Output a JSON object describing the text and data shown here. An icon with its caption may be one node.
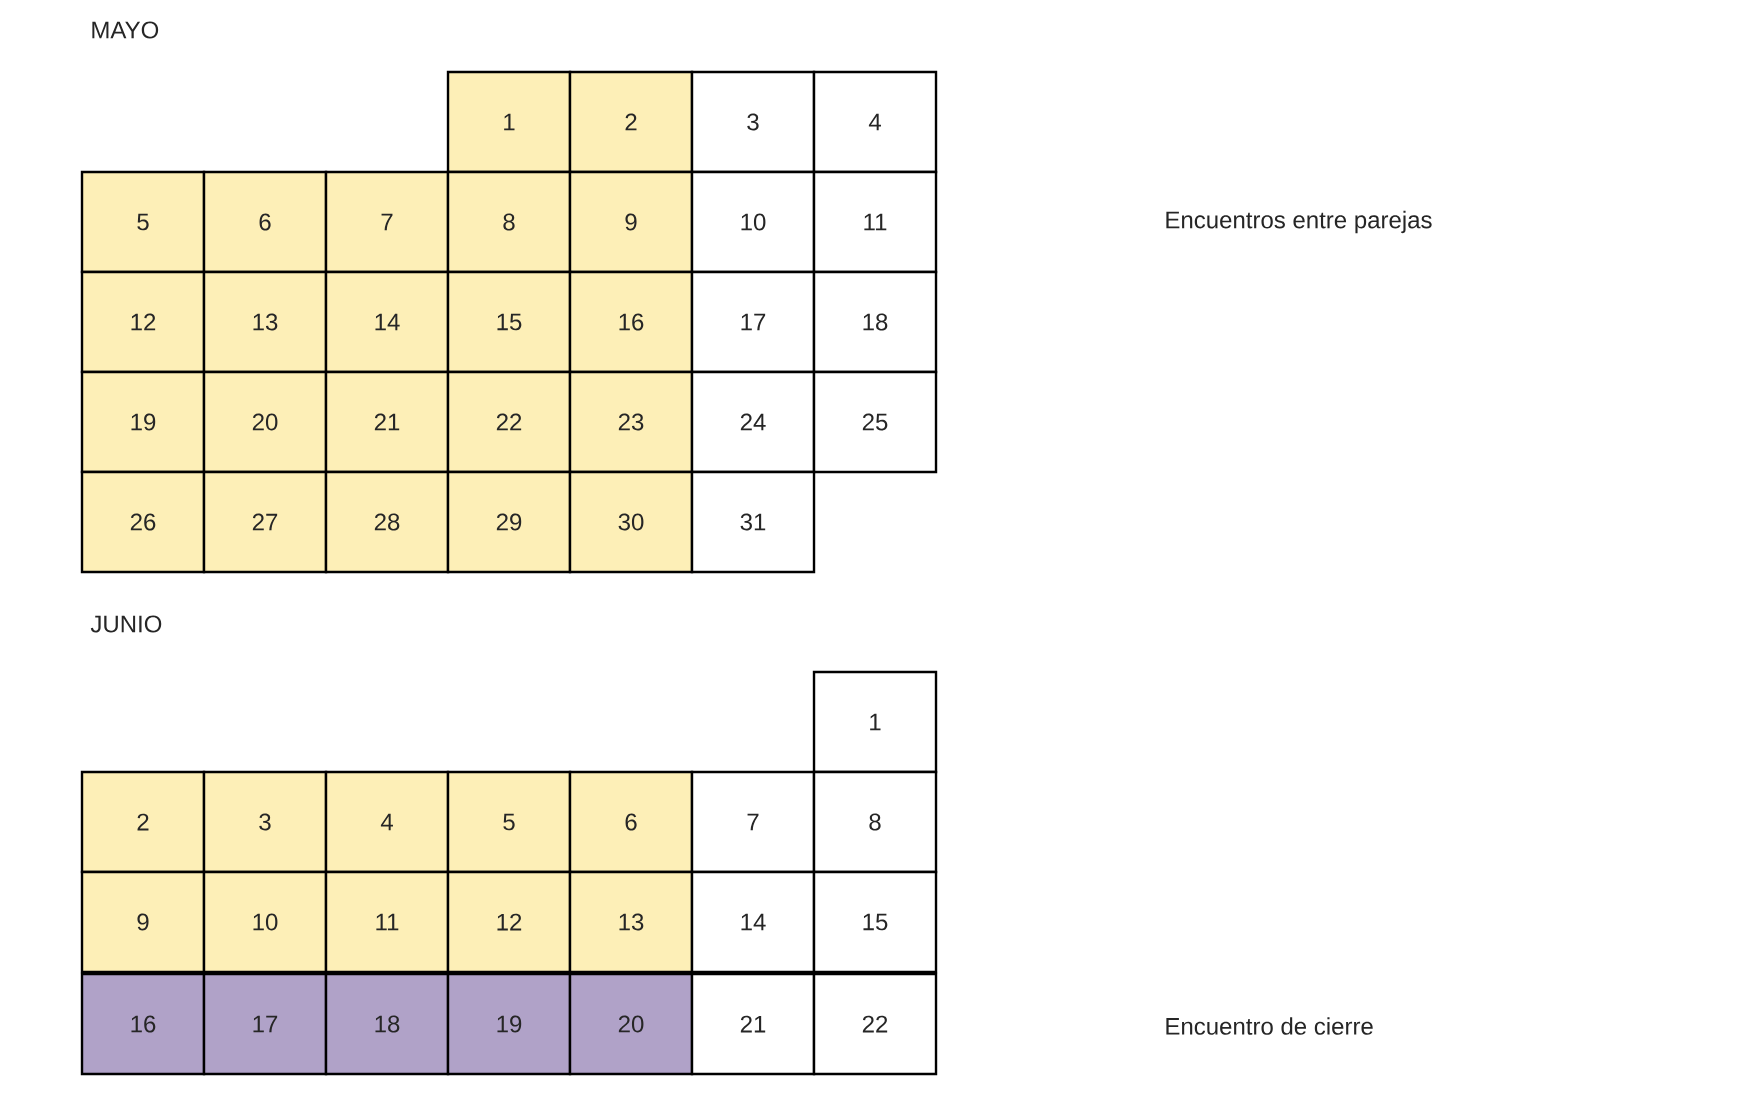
{
  "diagram": {
    "nodes": [
      {
        "text": [
          "1"
        ]
      },
      {
        "text": [
          "2"
        ]
      },
      {
        "text": [
          "3"
        ]
      },
      {
        "text": [
          "4"
        ]
      },
      {
        "text": [
          "5"
        ]
      },
      {
        "text": [
          "6"
        ]
      },
      {
        "text": [
          "7"
        ]
      },
      {
        "text": [
          "8"
        ]
      },
      {
        "text": [
          "9"
        ]
      },
      {
        "text": [
          "10"
        ]
      },
      {
        "text": [
          "11"
        ]
      },
      {
        "text": [
          "12"
        ]
      },
      {
        "text": [
          "13"
        ]
      },
      {
        "text": [
          "14"
        ]
      },
      {
        "text": [
          "15"
        ]
      },
      {
        "text": [
          "16"
        ]
      },
      {
        "text": [
          "17"
        ]
      },
      {
        "text": [
          "18"
        ]
      },
      {
        "text": [
          "19"
        ]
      },
      {
        "text": [
          "20"
        ]
      },
      {
        "text": [
          "21"
        ]
      },
      {
        "text": [
          "22"
        ]
      },
      {
        "text": [
          "23"
        ]
      },
      {
        "text": [
          "24"
        ]
      },
      {
        "text": [
          "25"
        ]
      },
      {
        "text": [
          "26"
        ]
      },
      {
        "text": [
          "27"
        ]
      },
      {
        "text": [
          "28"
        ]
      },
      {
        "text": [
          "29"
        ]
      },
      {
        "text": [
          "30"
        ]
      },
      {
        "text": [
          "31"
        ]
      },
      {
        "text": [
          "1"
        ]
      },
      {
        "text": [
          "2"
        ]
      },
      {
        "text": [
          "3"
        ]
      },
      {
        "text": [
          "4"
        ]
      },
      {
        "text": [
          "5"
        ]
      },
      {
        "text": [
          "6"
        ]
      },
      {
        "text": [
          "7"
        ]
      },
      {
        "text": [
          "8"
        ]
      },
      {
        "text": [
          "9"
        ]
      },
      {
        "text": [
          "10"
        ]
      },
      {
        "text": [
          "11"
        ]
      },
      {
        "text": [
          "12"
        ]
      },
      {
        "text": [
          "13"
        ]
      },
      {
        "text": [
          "14"
        ]
      },
      {
        "text": [
          "15"
        ]
      },
      {
        "text": [
          "16"
        ]
      },
      {
        "text": [
          "17"
        ]
      },
      {
        "text": [
          "18"
        ]
      },
      {
        "text": [
          "19"
        ]
      },
      {
        "text": [
          "20"
        ]
      },
      {
        "text": [
          "21"
        ]
      },
      {
        "text": [
          "22"
        ]
      }
    ],
    "labels": [
      "MAYO",
      "Encuentros entre parejas",
      "JUNIO",
      "Encuentro de cierre"
    ]
  }
}
